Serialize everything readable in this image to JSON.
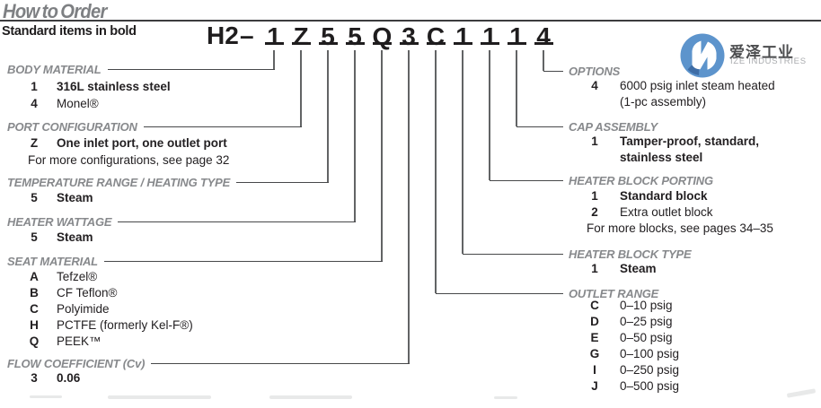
{
  "page": {
    "title": "How to Order",
    "subtitle": "Standard items in bold"
  },
  "part_number": {
    "prefix": "H2",
    "separator": "–",
    "codes": [
      "1",
      "Z",
      "5",
      "5",
      "Q",
      "3",
      "C",
      "1",
      "1",
      "1",
      "4"
    ],
    "full": "H2 – 1 Z 5 5 Q 3 C 1 1 1 4"
  },
  "sections": {
    "left": [
      {
        "heading": "BODY MATERIAL",
        "items": [
          {
            "code": "1",
            "desc": "316L stainless steel",
            "bold": true
          },
          {
            "code": "4",
            "desc": "Monel®",
            "bold": false
          }
        ],
        "note": ""
      },
      {
        "heading": "PORT CONFIGURATION",
        "items": [
          {
            "code": "Z",
            "desc": "One inlet port, one outlet port",
            "bold": true
          }
        ],
        "note": "For more configurations, see page 32"
      },
      {
        "heading": "TEMPERATURE RANGE / HEATING TYPE",
        "items": [
          {
            "code": "5",
            "desc": "Steam",
            "bold": true
          }
        ],
        "note": ""
      },
      {
        "heading": "HEATER WATTAGE",
        "items": [
          {
            "code": "5",
            "desc": "Steam",
            "bold": true
          }
        ],
        "note": ""
      },
      {
        "heading": "SEAT MATERIAL",
        "items": [
          {
            "code": "A",
            "desc": "Tefzel®",
            "bold": false
          },
          {
            "code": "B",
            "desc": "CF Teflon®",
            "bold": false
          },
          {
            "code": "C",
            "desc": "Polyimide",
            "bold": false
          },
          {
            "code": "H",
            "desc": "PCTFE (formerly Kel-F®)",
            "bold": false
          },
          {
            "code": "Q",
            "desc": "PEEK™",
            "bold": false
          }
        ],
        "note": ""
      },
      {
        "heading": "FLOW COEFFICIENT (Cv)",
        "items": [
          {
            "code": "3",
            "desc": "0.06",
            "bold": true
          }
        ],
        "note": ""
      }
    ],
    "right": [
      {
        "heading": "OPTIONS",
        "items": [
          {
            "code": "4",
            "desc": [
              "6000 psig inlet steam heated",
              "(1-pc assembly)"
            ],
            "bold": false
          }
        ],
        "note": ""
      },
      {
        "heading": "CAP ASSEMBLY",
        "items": [
          {
            "code": "1",
            "desc": [
              "Tamper-proof, standard,",
              "stainless steel"
            ],
            "bold": true
          }
        ],
        "note": ""
      },
      {
        "heading": "HEATER BLOCK PORTING",
        "items": [
          {
            "code": "1",
            "desc": "Standard block",
            "bold": true
          },
          {
            "code": "2",
            "desc": "Extra outlet block",
            "bold": false
          }
        ],
        "note": "For more blocks, see pages 34–35"
      },
      {
        "heading": "HEATER BLOCK TYPE",
        "items": [
          {
            "code": "1",
            "desc": "Steam",
            "bold": true
          }
        ],
        "note": ""
      },
      {
        "heading": "OUTLET RANGE",
        "items": [
          {
            "code": "C",
            "desc": "0–10 psig",
            "bold": false
          },
          {
            "code": "D",
            "desc": "0–25 psig",
            "bold": false
          },
          {
            "code": "E",
            "desc": "0–50 psig",
            "bold": false
          },
          {
            "code": "G",
            "desc": "0–100 psig",
            "bold": false
          },
          {
            "code": "I",
            "desc": "0–250 psig",
            "bold": false
          },
          {
            "code": "J",
            "desc": "0–500 psig",
            "bold": false
          }
        ],
        "note": ""
      }
    ]
  },
  "logo": {
    "name_cn": "爱泽工业",
    "name_en": "IZE INDUSTRIES",
    "mark_color": "#5d94cc",
    "mark_dark_color": "#3e6da6"
  },
  "colors": {
    "heading_gray": "#87898c",
    "title_gray": "#7e8083",
    "text_black": "#1f1d1e",
    "line_gray": "#47484a"
  }
}
